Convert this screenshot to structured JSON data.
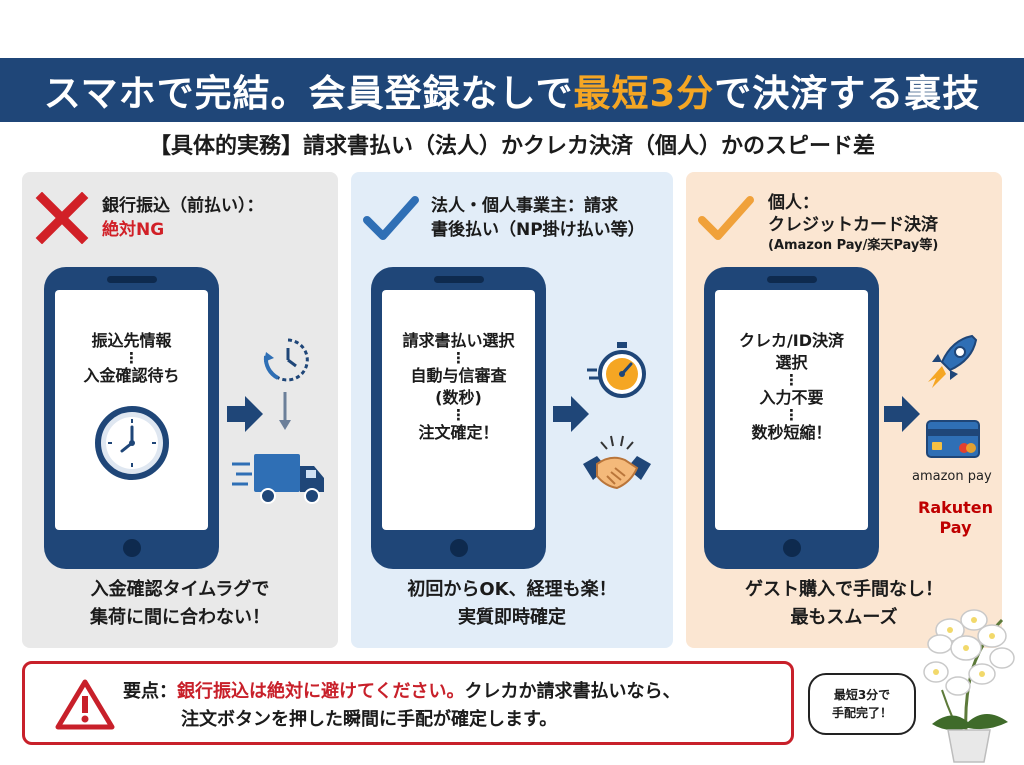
{
  "banner": {
    "text_before": "スマホで完結。会員登録なしで",
    "highlight": "最短3分",
    "text_after": "で決済する裏技"
  },
  "subtitle": "【具体的実務】請求書払い（法人）かクレカ決済（個人）かのスピード差",
  "columns": {
    "ng": {
      "heading_line1": "銀行振込（前払い）：",
      "heading_line2": "絶対NG",
      "screen_line1": "振込先情報",
      "screen_dots": "⋮",
      "screen_line2": "入金確認待ち",
      "footer_line1": "入金確認タイムラグで",
      "footer_line2": "集荷に間に合わない！"
    },
    "invoice": {
      "heading_line1": "法人・個人事業主：請求",
      "heading_line2": "書後払い（NP掛け払い等）",
      "screen_line1": "請求書払い選択",
      "screen_dots1": "⋮",
      "screen_line2": "自動与信審査",
      "screen_line3": "(数秒)",
      "screen_dots2": "⋮",
      "screen_line4": "注文確定！",
      "footer_line1": "初回からOK、経理も楽！",
      "footer_line2": "実質即時確定"
    },
    "card": {
      "heading_line1": "個人：",
      "heading_line2": "クレジットカード決済",
      "heading_line3": "(Amazon Pay/楽天Pay等)",
      "screen_line1": "クレカ/ID決済",
      "screen_line2": "選択",
      "screen_dots1": "⋮",
      "screen_line3": "入力不要",
      "screen_dots2": "⋮",
      "screen_line4": "数秒短縮！",
      "brand_amazon": "amazon pay",
      "brand_rakuten_line1": "Rakuten",
      "brand_rakuten_line2": "Pay",
      "footer_line1": "ゲスト購入で手間なし！",
      "footer_line2": "最もスムーズ"
    }
  },
  "warning": {
    "label": "要点：",
    "emphasis": "銀行振込は絶対に避けてください。",
    "rest_line1": "クレカか請求書払いなら、",
    "line2": "注文ボタンを押した瞬間に手配が確定します。"
  },
  "bubble": {
    "line1": "最短3分で",
    "line2": "手配完了！"
  },
  "colors": {
    "navy": "#1f4678",
    "accent_orange": "#f5a623",
    "ng_red": "#d12027",
    "check_blue": "#2f6fb5",
    "check_orange": "#f0a13a"
  },
  "icons": [
    "cross-icon",
    "check-icon",
    "clock-icon",
    "cycle-clock-icon",
    "delivery-truck-icon",
    "stopwatch-icon",
    "handshake-icon",
    "rocket-icon",
    "credit-card-icon",
    "warning-icon",
    "orchid-plant-icon",
    "arrow-right-icon"
  ]
}
